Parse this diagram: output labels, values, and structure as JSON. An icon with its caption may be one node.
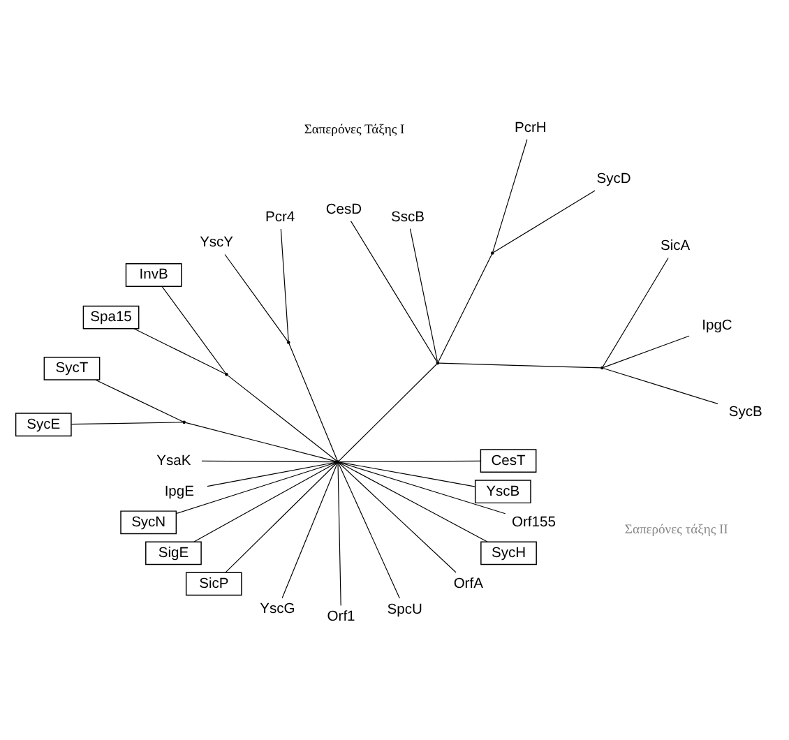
{
  "diagram": {
    "nodes": [
      {
        "text": [],
        "shape": "point"
      },
      {
        "text": [],
        "shape": "point"
      },
      {
        "text": [],
        "shape": "point"
      },
      {
        "text": [],
        "shape": "point"
      },
      {
        "text": [],
        "shape": "point"
      },
      {
        "text": [],
        "shape": "point"
      },
      {
        "text": [],
        "shape": "point"
      },
      {
        "text": [
          "SycB"
        ]
      },
      {
        "text": [
          "IpgC"
        ]
      },
      {
        "text": [
          "SicA"
        ]
      },
      {
        "text": [
          "SscB"
        ]
      },
      {
        "text": [
          "CesD"
        ]
      },
      {
        "text": [
          "InvB"
        ]
      },
      {
        "text": [
          "SycD"
        ]
      },
      {
        "text": [
          "Spa15"
        ]
      },
      {
        "text": [
          "PcrH"
        ]
      },
      {
        "text": [
          "Pcr4"
        ]
      },
      {
        "text": [
          "YsaK"
        ]
      },
      {
        "text": [
          "YscY"
        ]
      },
      {
        "text": [
          "IpgE"
        ]
      },
      {
        "text": [
          "SycN"
        ]
      },
      {
        "text": [
          "SigE"
        ]
      },
      {
        "text": [
          "SycT"
        ]
      },
      {
        "text": [
          "SicP"
        ]
      },
      {
        "text": [
          "SycE"
        ]
      },
      {
        "text": [
          "YscG"
        ]
      },
      {
        "text": [
          "Orf1"
        ]
      },
      {
        "text": [
          "SpcU"
        ]
      },
      {
        "text": [
          "OrfA"
        ]
      },
      {
        "text": [
          "SycH"
        ]
      },
      {
        "text": [
          "Orf155"
        ]
      },
      {
        "text": [
          "YscB"
        ]
      },
      {
        "text": [
          "CesT"
        ]
      }
    ],
    "edges": [
      {
        "from": 0,
        "to": 1,
        "arrow": "none"
      },
      {
        "from": 1,
        "to": 2,
        "arrow": "none"
      },
      {
        "from": 2,
        "to": 7,
        "arrow": "none"
      },
      {
        "from": 2,
        "to": 8,
        "arrow": "none"
      },
      {
        "from": 2,
        "to": 9,
        "arrow": "none"
      },
      {
        "from": 1,
        "to": 10,
        "arrow": "none"
      },
      {
        "from": 1,
        "to": 11,
        "arrow": "none"
      },
      {
        "from": 1,
        "to": 3,
        "arrow": "none"
      },
      {
        "from": 3,
        "to": 13,
        "arrow": "none"
      },
      {
        "from": 3,
        "to": 15,
        "arrow": "none"
      },
      {
        "from": 0,
        "to": 4,
        "arrow": "none"
      },
      {
        "from": 4,
        "to": 16,
        "arrow": "none"
      },
      {
        "from": 4,
        "to": 18,
        "arrow": "none"
      },
      {
        "from": 0,
        "to": 5,
        "arrow": "none"
      },
      {
        "from": 5,
        "to": 12,
        "arrow": "none"
      },
      {
        "from": 5,
        "to": 14,
        "arrow": "none"
      },
      {
        "from": 0,
        "to": 17,
        "arrow": "none"
      },
      {
        "from": 0,
        "to": 19,
        "arrow": "none"
      },
      {
        "from": 0,
        "to": 20,
        "arrow": "none"
      },
      {
        "from": 0,
        "to": 21,
        "arrow": "none"
      },
      {
        "from": 0,
        "to": 6,
        "arrow": "none"
      },
      {
        "from": 6,
        "to": 22,
        "arrow": "none"
      },
      {
        "from": 6,
        "to": 24,
        "arrow": "none"
      },
      {
        "from": 0,
        "to": 23,
        "arrow": "none"
      },
      {
        "from": 0,
        "to": 25,
        "arrow": "none"
      },
      {
        "from": 0,
        "to": 26,
        "arrow": "none"
      },
      {
        "from": 0,
        "to": 27,
        "arrow": "none"
      },
      {
        "from": 0,
        "to": 28,
        "arrow": "none"
      },
      {
        "from": 0,
        "to": 29,
        "arrow": "none"
      },
      {
        "from": 0,
        "to": 30,
        "arrow": "none"
      },
      {
        "from": 0,
        "to": 31,
        "arrow": "none"
      },
      {
        "from": 0,
        "to": 32,
        "arrow": "none"
      }
    ],
    "labels": [
      "Σαπερόνες τάξης II",
      "Σαπερόνες Τάξης I"
    ]
  }
}
